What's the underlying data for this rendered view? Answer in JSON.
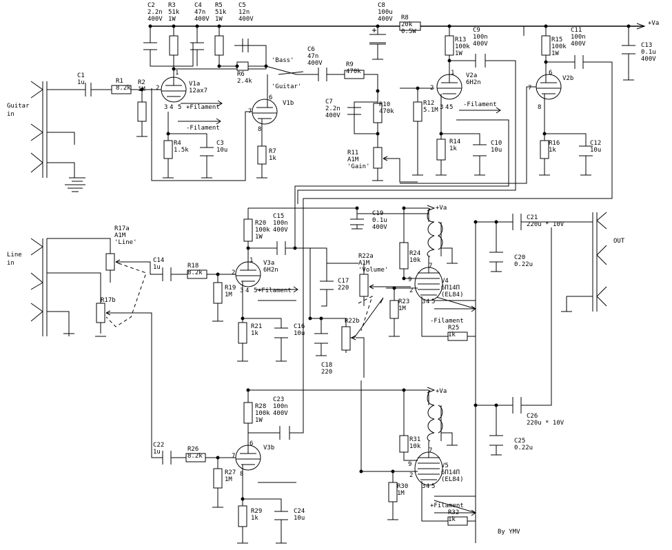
{
  "title": "",
  "signature": "By YMV",
  "supply": {
    "va_label": "+Va"
  },
  "inputs": [
    {
      "id": "guitar",
      "lines": [
        "Guitar",
        "in"
      ]
    },
    {
      "id": "line",
      "lines": [
        "Line",
        "in"
      ]
    }
  ],
  "output": {
    "label": "OUT"
  },
  "resistors": [
    {
      "id": "r1",
      "lines": [
        "R1",
        "8.2k"
      ]
    },
    {
      "id": "r2",
      "lines": [
        "R2",
        "1M"
      ]
    },
    {
      "id": "r3",
      "lines": [
        "R3",
        "51k",
        "1W"
      ]
    },
    {
      "id": "r4",
      "lines": [
        "R4",
        "1.5k"
      ]
    },
    {
      "id": "r5",
      "lines": [
        "R5",
        "51k",
        "1W"
      ]
    },
    {
      "id": "r6",
      "lines": [
        "R6",
        "2.4k"
      ]
    },
    {
      "id": "r7",
      "lines": [
        "R7",
        "1k"
      ]
    },
    {
      "id": "r8",
      "lines": [
        "R8",
        "20k",
        "0.5W"
      ]
    },
    {
      "id": "r9",
      "lines": [
        "R9",
        "470k"
      ]
    },
    {
      "id": "r10",
      "lines": [
        "R10",
        "470k"
      ]
    },
    {
      "id": "r12",
      "lines": [
        "R12",
        "5.1M"
      ]
    },
    {
      "id": "r13",
      "lines": [
        "R13",
        "100k",
        "1W"
      ]
    },
    {
      "id": "r14",
      "lines": [
        "R14",
        "1k"
      ]
    },
    {
      "id": "r15",
      "lines": [
        "R15",
        "100k",
        "1W"
      ]
    },
    {
      "id": "r16",
      "lines": [
        "R16",
        "1k"
      ]
    },
    {
      "id": "r18",
      "lines": [
        "R18",
        "8.2k"
      ]
    },
    {
      "id": "r19",
      "lines": [
        "R19",
        "1M"
      ]
    },
    {
      "id": "r20",
      "lines": [
        "R20",
        "100k",
        "1W"
      ]
    },
    {
      "id": "r21",
      "lines": [
        "R21",
        "1k"
      ]
    },
    {
      "id": "r23",
      "lines": [
        "R23",
        "1M"
      ]
    },
    {
      "id": "r24",
      "lines": [
        "R24",
        "10k"
      ]
    },
    {
      "id": "r25",
      "lines": [
        "R25",
        "1k"
      ]
    },
    {
      "id": "r26",
      "lines": [
        "R26",
        "8.2k"
      ]
    },
    {
      "id": "r27",
      "lines": [
        "R27",
        "1M"
      ]
    },
    {
      "id": "r28",
      "lines": [
        "R28",
        "100k",
        "1W"
      ]
    },
    {
      "id": "r29",
      "lines": [
        "R29",
        "1k"
      ]
    },
    {
      "id": "r30",
      "lines": [
        "R30",
        "1M"
      ]
    },
    {
      "id": "r31",
      "lines": [
        "R31",
        "10k"
      ]
    },
    {
      "id": "r32",
      "lines": [
        "R32",
        "1k"
      ]
    }
  ],
  "capacitors": [
    {
      "id": "c1",
      "lines": [
        "C1",
        "1u"
      ]
    },
    {
      "id": "c2",
      "lines": [
        "C2",
        "2.2n",
        "400V"
      ]
    },
    {
      "id": "c3",
      "lines": [
        "C3",
        "10u"
      ]
    },
    {
      "id": "c4",
      "lines": [
        "C4",
        "47n",
        "400V"
      ]
    },
    {
      "id": "c5",
      "lines": [
        "C5",
        "12n",
        "400V"
      ]
    },
    {
      "id": "c6",
      "lines": [
        "C6",
        "47n",
        "400V"
      ]
    },
    {
      "id": "c7",
      "lines": [
        "C7",
        "2.2n",
        "400V"
      ]
    },
    {
      "id": "c8",
      "lines": [
        "C8",
        "100u",
        "400V"
      ]
    },
    {
      "id": "c9",
      "lines": [
        "C9",
        "100n",
        "400V"
      ]
    },
    {
      "id": "c10",
      "lines": [
        "C10",
        "10u"
      ]
    },
    {
      "id": "c11",
      "lines": [
        "C11",
        "100n",
        "400V"
      ]
    },
    {
      "id": "c12",
      "lines": [
        "C12",
        "10u"
      ]
    },
    {
      "id": "c13",
      "lines": [
        "C13",
        "0.1u",
        "400V"
      ]
    },
    {
      "id": "c14",
      "lines": [
        "C14",
        "1u"
      ]
    },
    {
      "id": "c15",
      "lines": [
        "C15",
        "100n",
        "400V"
      ]
    },
    {
      "id": "c16",
      "lines": [
        "C16",
        "10u"
      ]
    },
    {
      "id": "c17",
      "lines": [
        "C17",
        "220"
      ]
    },
    {
      "id": "c18",
      "lines": [
        "C18",
        "220"
      ]
    },
    {
      "id": "c19",
      "lines": [
        "C19",
        "0.1u",
        "400V"
      ]
    },
    {
      "id": "c20",
      "lines": [
        "C20",
        "0.22u"
      ]
    },
    {
      "id": "c21",
      "lines": [
        "C21",
        "220u * 10V"
      ]
    },
    {
      "id": "c22",
      "lines": [
        "C22",
        "1u"
      ]
    },
    {
      "id": "c23",
      "lines": [
        "C23",
        "100n",
        "400V"
      ]
    },
    {
      "id": "c24",
      "lines": [
        "C24",
        "10u"
      ]
    },
    {
      "id": "c25",
      "lines": [
        "C25",
        "0.22u"
      ]
    },
    {
      "id": "c26",
      "lines": [
        "C26",
        "220u * 10V"
      ]
    }
  ],
  "potentiometers": [
    {
      "id": "r11",
      "lines": [
        "R11",
        "A1M",
        "'Gain'"
      ]
    },
    {
      "id": "r17a",
      "lines": [
        "R17a",
        "A1M",
        "'Line'"
      ]
    },
    {
      "id": "r17b",
      "lines": [
        "R17b"
      ]
    },
    {
      "id": "r22a",
      "lines": [
        "R22a",
        "A1M",
        "'Volume'"
      ]
    },
    {
      "id": "r22b",
      "lines": [
        "R22b"
      ]
    }
  ],
  "tubes": [
    {
      "id": "v1a",
      "lines": [
        "V1a",
        "12ax7"
      ]
    },
    {
      "id": "v1b",
      "lines": [
        "V1b"
      ]
    },
    {
      "id": "v2a",
      "lines": [
        "V2a",
        "6H2n"
      ]
    },
    {
      "id": "v2b",
      "lines": [
        "V2b"
      ]
    },
    {
      "id": "v3a",
      "lines": [
        "V3a",
        "6H2n"
      ]
    },
    {
      "id": "v3b",
      "lines": [
        "V3b"
      ]
    },
    {
      "id": "v4",
      "lines": [
        "V4",
        "6П14П",
        "(EL84)"
      ]
    },
    {
      "id": "v5",
      "lines": [
        "V5",
        "6П14П",
        "(EL84)"
      ]
    }
  ],
  "switch": {
    "bass_label": "'Bass'",
    "guitar_label": "'Guitar'"
  },
  "filament": {
    "plus": "+Filament",
    "minus": "-Filament"
  },
  "pins": [
    "1",
    "2",
    "3",
    "4",
    "5",
    "6",
    "7",
    "8",
    "9"
  ]
}
